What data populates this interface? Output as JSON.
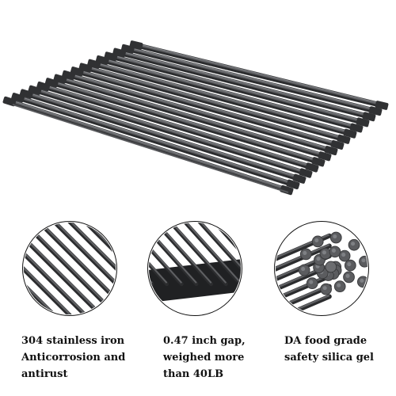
{
  "colors": {
    "rod": "#5f6063",
    "rod_dark": "#2b2c2e",
    "rod_highlight": "#8d8f93",
    "cap": "#303133",
    "silicone": "#5b5c5f",
    "background": "#ffffff"
  },
  "product_image": {
    "subject": "rollable over-the-sink dish drying rack"
  },
  "details": [
    {
      "name": "detail-rods",
      "lines": [
        "304 stainless iron",
        "Anticorrosion and",
        "antirust"
      ]
    },
    {
      "name": "detail-gap",
      "lines": [
        "0.47 inch gap,",
        "weighed more",
        "than 40LB"
      ]
    },
    {
      "name": "detail-roll",
      "lines": [
        "DA food grade",
        "safety silica gel"
      ]
    }
  ]
}
